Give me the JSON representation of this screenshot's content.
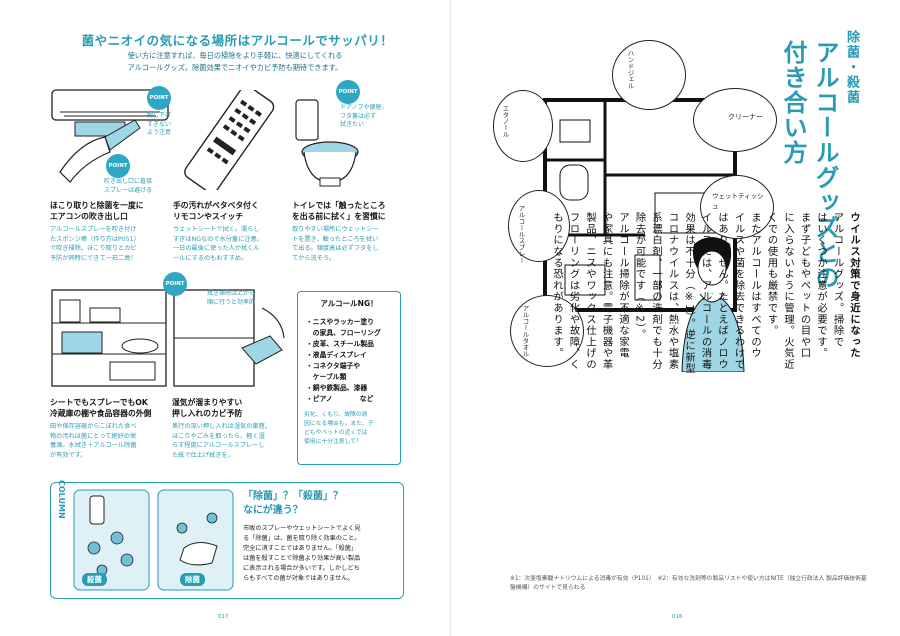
{
  "left": {
    "headline": "菌やニオイの気になる場所はアルコールでサッパリ！",
    "intro": [
      "使い方に注意すれば、毎日の掃除をより手軽に、快適にしてくれる",
      "アルコールグッズ。除菌効果でニオイやカビ予防も期待できます。"
    ],
    "point_label": "POINT",
    "panels": [
      {
        "title": [
          "ほこり取りと除菌を一度に",
          "エアコンの吹き出し口"
        ],
        "body": [
          "アルコールスプレーを吹き付け",
          "たスポンジ棒（作り方はP051）",
          "で吹き掃除。ほこり取りとカビ",
          "予防が同時にできて一石二鳥！"
        ],
        "notes": [
          [
            "押し下げ",
            "すぎない",
            "よう注意"
          ],
          [
            "吹き出し口に直接",
            "スプレーは避ける"
          ]
        ]
      },
      {
        "title": [
          "手の汚れがベタベタ付く",
          "リモコンやスイッチ"
        ],
        "body": [
          "ウェットシートで拭く。濡らし",
          "すぎはNGなので水分量に注意。",
          "一日の最後に使った人が拭くル",
          "ールにするのもおすすめ。"
        ]
      },
      {
        "title": [
          "トイレでは「触ったところ",
          "を出る前に拭く」を習慣に"
        ],
        "body": [
          "取りやすい場所にウェットシー",
          "トを置き、触ったところを拭い",
          "て出る。頻度高は必ずフタをし",
          "てから流そう。"
        ],
        "notes": [
          [
            "ドアノブや便座、",
            "フタ裏は必ず",
            "拭きたい"
          ]
        ]
      },
      {
        "title": [
          "シートでもスプレーでもOK",
          "冷蔵庫の棚や食品容器の外側"
        ],
        "body": [
          "田や保存容器からこぼれた食べ",
          "物の汚れは菌にとって絶好の栄",
          "養源。水拭き＋アルコール除菌",
          "が有効です。"
        ]
      },
      {
        "title": [
          "湿気が溜まりやすい",
          "押し入れのカビ予防"
        ],
        "body": [
          "奥行の深い押し入れは湿気の巣窟。",
          "ほこりやごみを取ったら、軽く湿",
          "らす程度にアルコールスプレーし",
          "た紙で仕上げ拭きを。"
        ],
        "notes": [
          [
            "拭き掃除は上から",
            "順に行うと効率的"
          ]
        ]
      }
    ],
    "ng": {
      "title": "アルコールNG！",
      "items": [
        "・ニスやラッカー塗り",
        "　の家具、フローリング",
        "・皮革、スチール製品",
        "・液晶ディスプレイ",
        "・コネクタ端子や",
        "　ケーブル類",
        "・銅や鉄製品、漆器",
        "・ピアノ　　　　など"
      ],
      "foot": [
        "劣化、くもり、故障の原",
        "因になる場合も。また、子",
        "どもやペットの近くでは",
        "使用に十分注意して！"
      ]
    },
    "column": {
      "tab": "COLUMN",
      "title": [
        "「除菌」？「殺菌」？",
        "なにが違う？"
      ],
      "body": [
        "市販のスプレーやウェットシートでよく見",
        "る「除菌」は、菌を取り除く効果のこと。",
        "完全に消すことではありません。「殺菌」",
        "は菌を殺すことで除菌より効果が高い製品",
        "に表示される場合が多いです。しかしどち",
        "らもすべての菌が対象ではありません。"
      ],
      "label_kill": "殺菌",
      "label_remove": "除菌"
    },
    "page_number": "017"
  },
  "right": {
    "title_small": "除菌・殺菌",
    "title_main": [
      "アルコールグッズとの",
      "付き合い方"
    ],
    "body_columns": [
      "ウイルス対策で身近になった",
      "アルコールグッズ。掃除で",
      "はいくつか注意が必要です。",
      "まず子どもやペットの目や口",
      "に入らないように管理。火気近",
      "くでの使用も厳禁です。",
      "またアルコールはすべてのウ",
      "イルスや菌を除去できるわけで",
      "はありません。たとえばノロウ",
      "イルスには、アルコールの消毒",
      "効果は不十分（※1）。逆に新型",
      "コロナウイルスは、熱水や塩素",
      "系漂白剤、一部の洗剤でも十分",
      "除去が可能です（※2）。",
      "アルコール掃除が不適な家電",
      "や家具にも注意。電子機器や革",
      "製品、ニスやワックス仕上げの",
      "フローリングは劣化や故障、く",
      "もりになる恐れがあります。"
    ],
    "labels": {
      "hand_gel": "ハンドジェル",
      "cleaner": "クリーナー",
      "wet_tissue": "ウェットティッシュ",
      "etanol": "エタノール",
      "alcohol_spray": "アルコールスプレー",
      "alcohol_towel": "アルコールタオル"
    },
    "footnote": "※1：次亜塩素酸ナトリウムによる消毒が有効（P101）　※2：有効な洗剤等の製品リストや使い方はNITE（独立行政法人 製品評価技術基盤機構）のサイトで見られる",
    "page_number": "016"
  },
  "colors": {
    "accent": "#2a9bb5",
    "ink": "#222222",
    "badge": "#2fa7c4",
    "illustration_blue": "#9fd6e6"
  }
}
